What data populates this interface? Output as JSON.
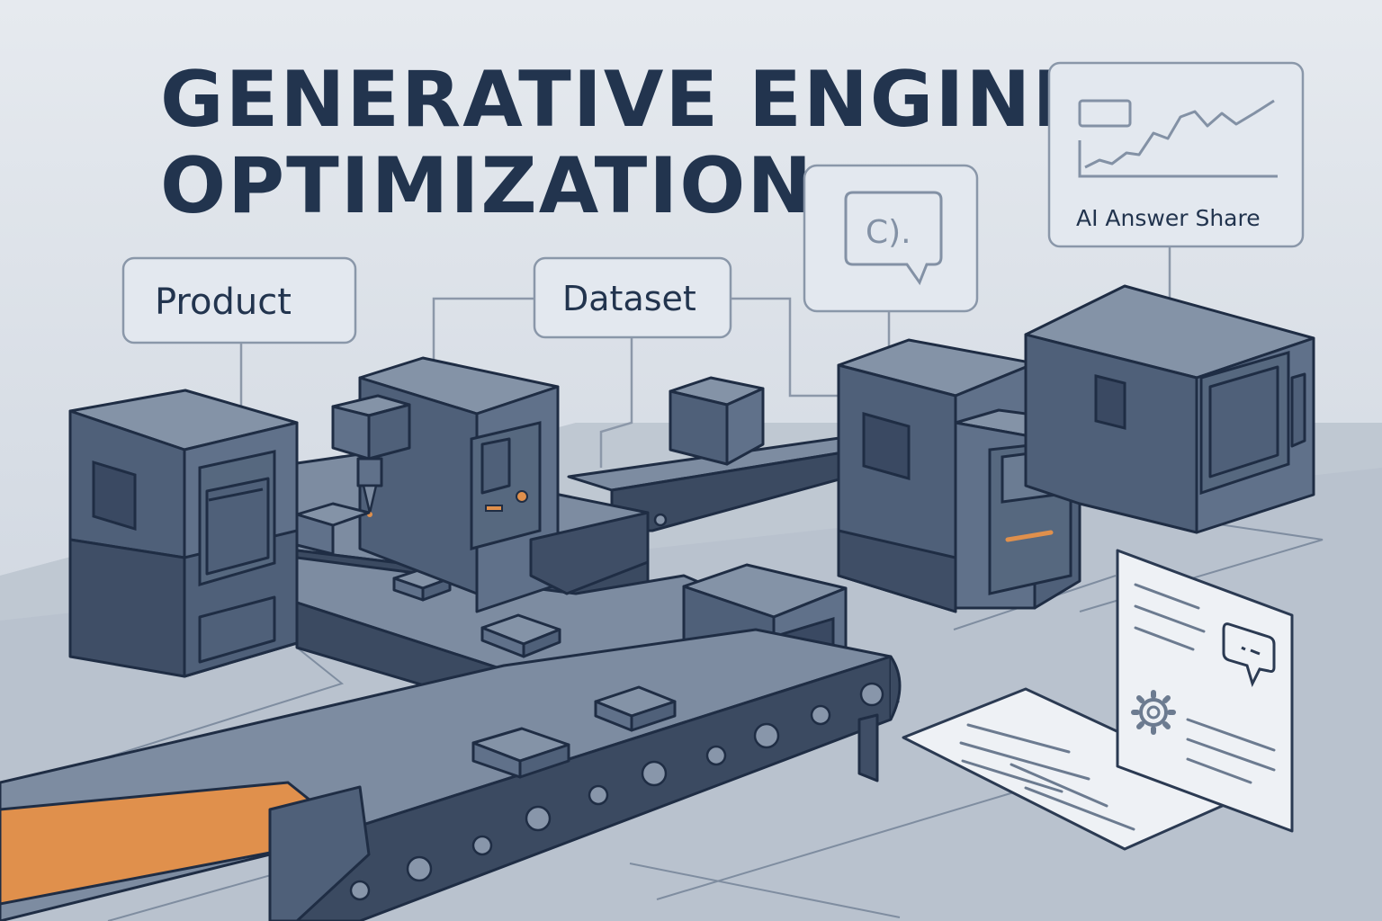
{
  "title": {
    "line1": "GENERATIVE ENGINE",
    "line2": "OPTIMIZATION"
  },
  "labels": {
    "product": "Product",
    "dataset": "Dataset",
    "chat_bubble": "C).",
    "ai_answer_share": "AI Answer Share"
  },
  "icons": [
    "speech-bubble-icon",
    "line-chart-icon",
    "gear-icon",
    "chat-icon",
    "document-icon"
  ],
  "colors": {
    "background": "#dfe4ea",
    "title": "#22344e",
    "machine": "#4f6079",
    "outline": "#1f2d44",
    "accent_orange": "#e0904c"
  }
}
